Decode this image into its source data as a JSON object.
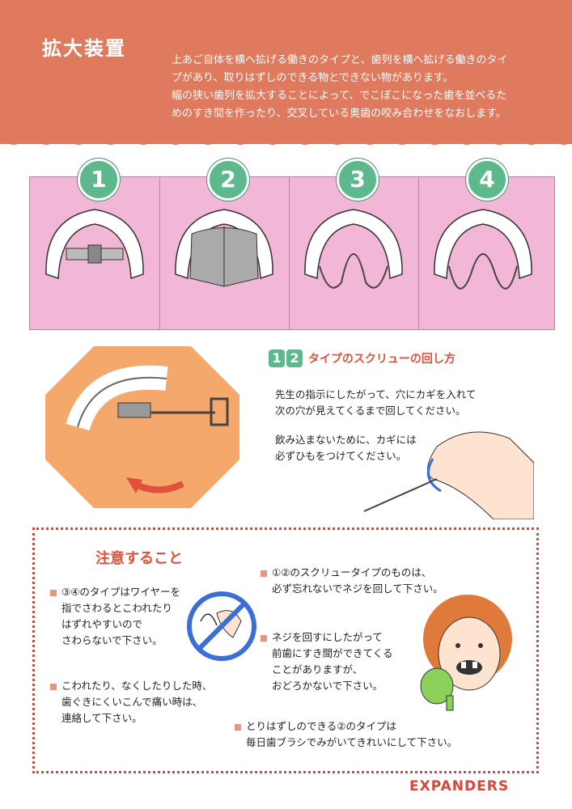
{
  "header": {
    "title": "拡大装置",
    "intro": [
      "上あご自体を横へ拡げる働きのタイプと、歯列を横へ拡げる働きのタイ",
      "プがあり、取りはずしのできる物とできない物があります。",
      "幅の狭い歯列を拡大することによって、でこぼこになった歯を並べるた",
      "めのすき間を作ったり、交叉している奥歯の咬み合わせをなおします。"
    ]
  },
  "panels": {
    "numbers": [
      "1",
      "2",
      "3",
      "4"
    ]
  },
  "screw_section": {
    "num1": "1",
    "num2": "2",
    "heading": "タイプのスクリューの回し方",
    "para1": [
      "先生の指示にしたがって、穴にカギを入れて",
      "次の穴が見えてくるまで回してください。"
    ],
    "para2": [
      "飲み込まないために、カギには",
      "必ずひもをつけてください。"
    ]
  },
  "caution": {
    "title": "注意すること",
    "note1": [
      "③④のタイプはワイヤーを",
      "指でさわるとこわれたり",
      "はずれやすいので",
      "さわらないで下さい。"
    ],
    "note2": [
      "こわれたり、なくしたりした時、",
      "歯ぐきにくいこんで痛い時は、",
      "連絡して下さい。"
    ],
    "note3": [
      "①②のスクリュータイプのものは、",
      "必ず忘れないでネジを回して下さい。"
    ],
    "note4": [
      "ネジを回すにしたがって",
      "前歯にすき間ができてくる",
      "ことがありますが、",
      "おどろかないで下さい。"
    ],
    "note5": [
      "とりはずしのできる②のタイプは",
      "毎日歯ブラシでみがいてきれいにして下さい。"
    ]
  },
  "brand": "EXPANDERS",
  "colors": {
    "header": "#e07a5f",
    "panel": "#f2b6d6",
    "number_badge": "#5db88e",
    "accent": "#e0503a",
    "octagon": "#f5a86b"
  }
}
